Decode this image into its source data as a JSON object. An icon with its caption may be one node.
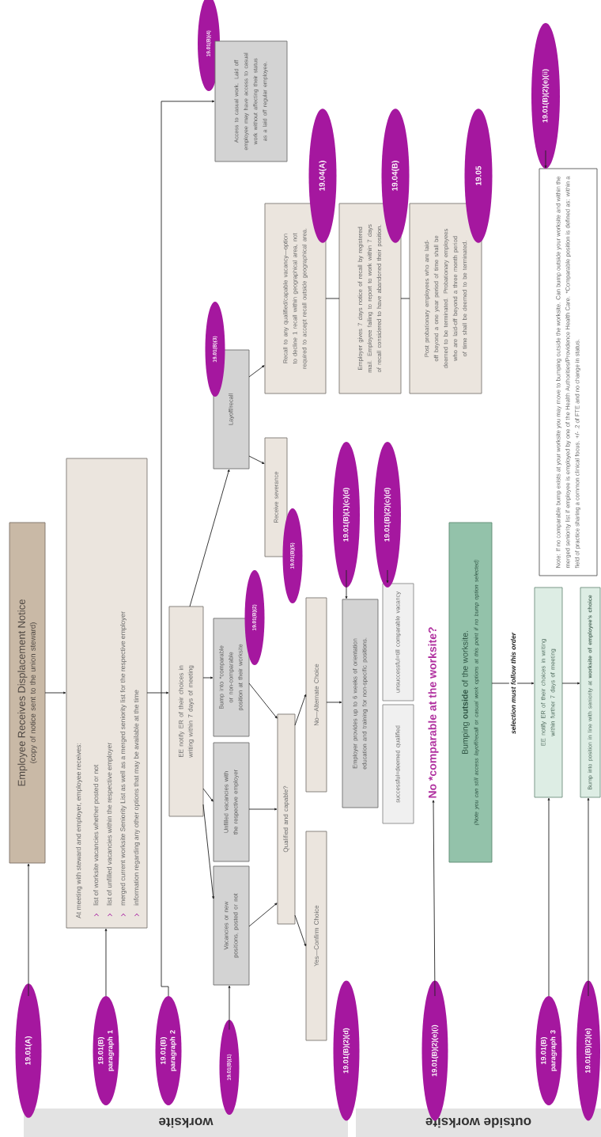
{
  "diagram": {
    "nodes": [
      {
        "text": [
          "worksite"
        ]
      },
      {
        "text": [
          "outside worksite"
        ]
      },
      {
        "text": [
          "19.01(A)"
        ]
      },
      {
        "text": [
          "Employee Receives Displacement Notice",
          "(copy of notice sent to the union steward)"
        ]
      },
      {
        "text": [
          "19.01(B) paragraph 1"
        ]
      },
      {
        "text": [
          "At meeting with steward and employer, employee receives:",
          "list of worksite vacancies whether posted or not",
          "list of unfilled vacancies within the respective employer",
          "merged current worksite Seniority List as well as a merged seniority list for the respective employer",
          "information regarding any other options that may be available at the time"
        ]
      },
      {
        "text": [
          "19.01(B) paragraph 2"
        ]
      },
      {
        "text": [
          "EE notify ER of their choices in writing within 7 days of meeting"
        ]
      },
      {
        "text": [
          "19.01(B)(1)"
        ]
      },
      {
        "text": [
          "Vacancies or new positions, posted or not"
        ]
      },
      {
        "text": [
          "Unfilled vacancies with the respective employer"
        ]
      },
      {
        "text": [
          "Bump into *comparable or non-comparable position at their worksite"
        ]
      },
      {
        "text": [
          "19.01(B)(2)"
        ]
      },
      {
        "text": [
          "Layoff/recall"
        ]
      },
      {
        "text": [
          "19.01(B)(3)"
        ]
      },
      {
        "text": [
          "19.01(B)(4)"
        ]
      },
      {
        "text": [
          "Access to casual work. Laid off employee may have access to casual work without affecting their status as a laid off regular employee."
        ]
      },
      {
        "text": [
          "Qualified and capable?"
        ]
      },
      {
        "text": [
          "Receive severance"
        ]
      },
      {
        "text": [
          "19.01(B)(5)"
        ]
      },
      {
        "text": [
          "Recall to any qualified/capable vacancy—option to decline 1 recall within geographical area, not required to accept recall outside geographical area."
        ]
      },
      {
        "text": [
          "19.04(A)"
        ]
      },
      {
        "text": [
          "19.01(B)(2)(d)"
        ]
      },
      {
        "text": [
          "Yes—Confirm Choice"
        ]
      },
      {
        "text": [
          "No—Alternate Choice"
        ]
      },
      {
        "text": [
          "Employer provides up to 6 weeks of orientation education and training for non-specific positions."
        ]
      },
      {
        "text": [
          "19.01(B)(1)(c)(d)"
        ]
      },
      {
        "text": [
          "Employer gives 7 days notice of recall by registered mail. Employee failing to report to work within 7 days of recall considered to have abandoned their position."
        ]
      },
      {
        "text": [
          "19.04(B)"
        ]
      },
      {
        "text": [
          "successful=deemed qualified"
        ]
      },
      {
        "text": [
          "unsuccessful=till comparable vacancy"
        ]
      },
      {
        "text": [
          "19.01(B)(2)(c)(d)"
        ]
      },
      {
        "text": [
          "Post probationary employees who are laid-off beyond a one year period of time shall be deemed to be terminated. Probationary employees who are laid-off beyond a three month period of time shall be deemed to be terminated."
        ]
      },
      {
        "text": [
          "19.05"
        ]
      },
      {
        "text": [
          "19.01(B)(2)(e)(i)"
        ]
      },
      {
        "text": [
          "No *comparable at the worksite?"
        ]
      },
      {
        "text": [
          "Bumping **outside** of the worksite.",
          "(Note you can still access layoff/recall or casual work options at this point if no bump option selected)"
        ]
      },
      {
        "text": [
          "19.01(B) paragraph 3"
        ]
      },
      {
        "text": [
          "EE notify ER of their choices in writing within further 7 days of meeting"
        ]
      },
      {
        "text": [
          "19.01(B)(2)(e)"
        ]
      },
      {
        "text": [
          "Bump into position in line with seniority at **worksite of employee’s choice**"
        ]
      },
      {
        "text": [
          "Note: If no comparable bump exists at your worksite you may move to bumping outside the worksite. Can bump outside your worksite and within the merged seniority list if employee is employed by one of the Health Authorities/Providence Health Care. *Comparable position is defined as: within a field of practice sharing a common clinical focus. +/- .2 of FTE and no change in status."
        ]
      },
      {
        "text": [
          "19.01(B)(2)(e)(ii)"
        ]
      }
    ],
    "edges": [
      {
        "from": 2,
        "to": 3,
        "arrow": "to"
      },
      {
        "from": 4,
        "to": 5,
        "arrow": "to"
      },
      {
        "from": 6,
        "to": 16,
        "arrow": "to"
      },
      {
        "from": 3,
        "to": 5,
        "arrow": "to"
      },
      {
        "from": 5,
        "to": 7,
        "arrow": "to"
      },
      {
        "from": 7,
        "to": 11,
        "arrow": "to"
      },
      {
        "from": 7,
        "to": 10,
        "arrow": "to"
      },
      {
        "from": 7,
        "to": 9,
        "arrow": "to"
      },
      {
        "from": 7,
        "to": 13,
        "arrow": "to"
      },
      {
        "from": 9,
        "to": 17,
        "arrow": "to"
      },
      {
        "from": 10,
        "to": 17,
        "arrow": "to"
      },
      {
        "from": 11,
        "to": 17,
        "arrow": "to"
      },
      {
        "from": 17,
        "to": 23,
        "arrow": "to"
      },
      {
        "from": 17,
        "to": 24,
        "arrow": "to"
      },
      {
        "from": 24,
        "to": 25,
        "arrow": "to"
      },
      {
        "from": 26,
        "to": 25,
        "arrow": "to"
      },
      {
        "from": 31,
        "to": 30,
        "arrow": "to"
      },
      {
        "from": 13,
        "to": 20,
        "arrow": "to"
      },
      {
        "from": 13,
        "to": 18,
        "arrow": "to"
      },
      {
        "from": 20,
        "to": 27,
        "arrow": "none"
      },
      {
        "from": 27,
        "to": 32,
        "arrow": "none"
      },
      {
        "from": 8,
        "to": 9,
        "arrow": "to"
      },
      {
        "from": 34,
        "to": 35,
        "arrow": "to"
      },
      {
        "from": 36,
        "to": 38,
        "arrow": "to",
        "label": "selection must follow this order"
      },
      {
        "from": 37,
        "to": 38,
        "arrow": "to"
      },
      {
        "from": 38,
        "to": 40,
        "arrow": "to"
      },
      {
        "from": 39,
        "to": 40,
        "arrow": "to"
      },
      {
        "from": 42,
        "to": 41,
        "arrow": "to"
      }
    ]
  }
}
